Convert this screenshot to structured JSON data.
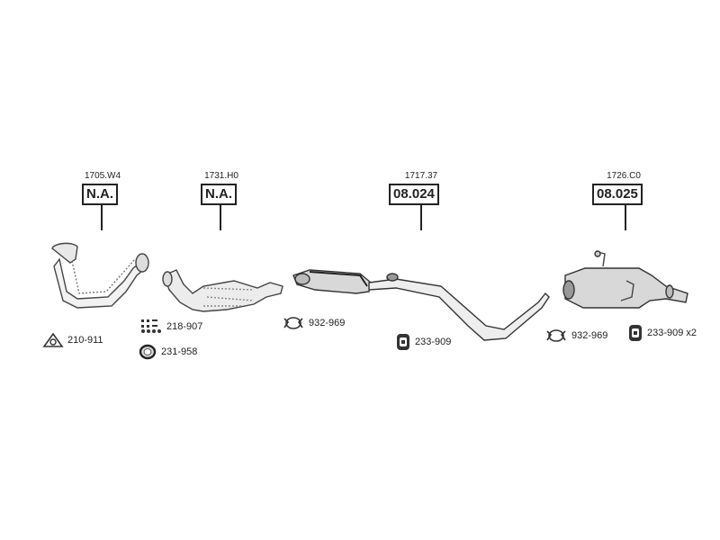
{
  "parts": [
    {
      "oe": "1705.W4",
      "label": "N.A."
    },
    {
      "oe": "1731.H0",
      "label": "N.A."
    },
    {
      "oe": "1717.37",
      "label": "08.024"
    },
    {
      "oe": "1726.C0",
      "label": "08.025"
    }
  ],
  "accessories": {
    "gasket": "210-911",
    "bolts": "218-907",
    "ring": "231-958",
    "clamp_1": "932-969",
    "rubber_1": "233-909",
    "clamp_2": "932-969",
    "rubber_2": "233-909 x2"
  }
}
